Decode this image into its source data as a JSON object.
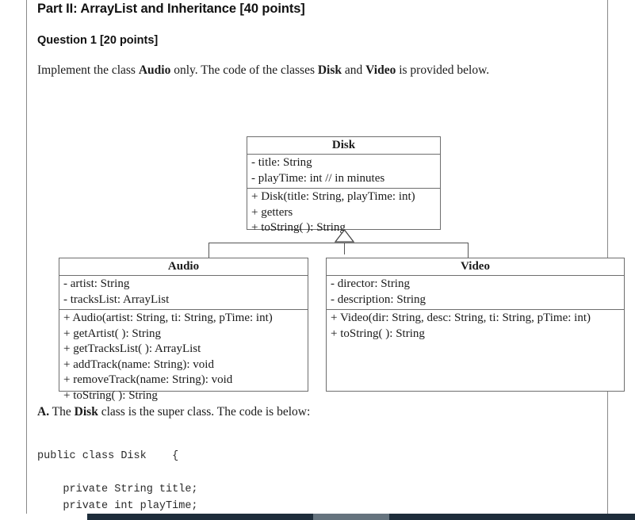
{
  "document": {
    "part_heading": "Part II: ArrayList and Inheritance [40 points]",
    "question_heading": "Question 1 [20 points]",
    "intro_prefix": "Implement the class ",
    "intro_bold_1": "Audio",
    "intro_mid": " only. The code of the classes ",
    "intro_bold_2": "Disk",
    "intro_mid_2": " and ",
    "intro_bold_3": "Video",
    "intro_suffix": " is provided below.",
    "part_a_label": "A.",
    "part_a_prefix": "  The ",
    "part_a_bold": "Disk",
    "part_a_suffix": " class is the super class. The code is below:",
    "code_block": "public class Disk    {\n\n    private String title;\n    private int playTime;"
  },
  "uml": {
    "classes": [
      {
        "name": "Disk",
        "attributes": [
          "- title: String",
          "- playTime: int // in minutes"
        ],
        "operations": [
          "+ Disk(title: String, playTime: int)",
          "+ getters",
          "+ toString( ): String"
        ]
      },
      {
        "name": "Audio",
        "attributes": [
          "- artist: String",
          "- tracksList: ArrayList"
        ],
        "operations": [
          "+ Audio(artist: String, ti: String, pTime: int)",
          "+ getArtist( ): String",
          "+ getTracksList( ): ArrayList",
          "+ addTrack(name: String): void",
          "+ removeTrack(name: String): void",
          "+ toString( ): String"
        ]
      },
      {
        "name": "Video",
        "attributes": [
          "- director: String",
          "- description: String"
        ],
        "operations": [
          "+ Video(dir: String, desc: String, ti: String, pTime: int)",
          "+ toString( ): String"
        ]
      }
    ],
    "relationship": "generalization"
  },
  "colors": {
    "page_background": "#ffffff",
    "text": "#1a1a1a",
    "box_border": "#6e6e6e",
    "connector": "#555555",
    "scrollbar_track": "#1e2d3b",
    "scrollbar_thumb": "#65737e",
    "page_rule": "#8a8a8a"
  }
}
